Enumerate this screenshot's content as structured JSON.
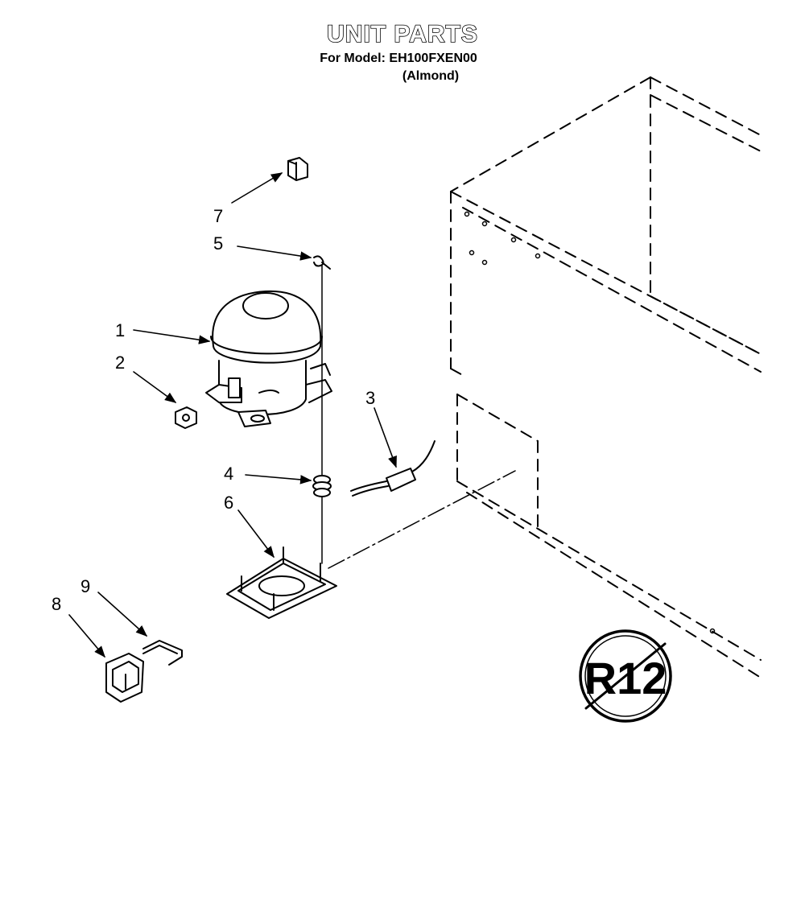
{
  "header": {
    "title": "UNIT PARTS",
    "model_line": "For Model: EH100FXEN00",
    "variant": "(Almond)"
  },
  "callouts": [
    "1",
    "2",
    "3",
    "4",
    "5",
    "6",
    "7",
    "8",
    "9"
  ],
  "badge": {
    "text": "R12"
  }
}
